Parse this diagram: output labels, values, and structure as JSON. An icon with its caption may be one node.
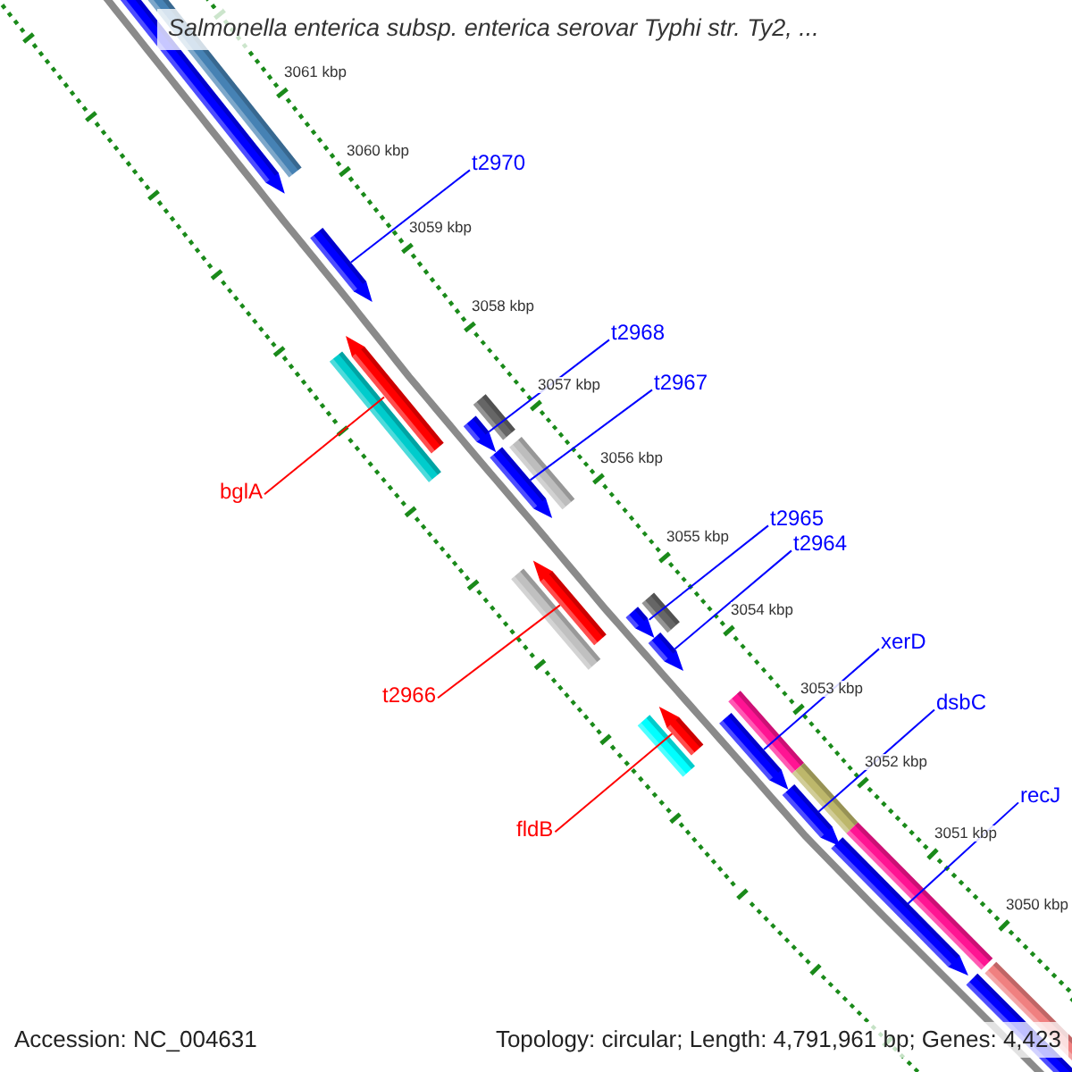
{
  "diagram": {
    "title": "Salmonella enterica subsp. enterica serovar Typhi str. Ty2, ...",
    "nodes": [
      {
        "text": [
          "t2970"
        ]
      },
      {
        "text": [
          "t2968"
        ]
      },
      {
        "text": [
          "t2967"
        ]
      },
      {
        "text": [
          "bglA"
        ]
      },
      {
        "text": [
          "t2965"
        ]
      },
      {
        "text": [
          "t2964"
        ]
      },
      {
        "text": [
          "xerD"
        ]
      },
      {
        "text": [
          "dsbC"
        ]
      },
      {
        "text": [
          "t2966"
        ]
      },
      {
        "text": [
          "recJ"
        ]
      },
      {
        "text": [
          "fldB"
        ]
      },
      {
        "text": [],
        "shape": "bar"
      },
      {
        "text": [],
        "shape": "bar"
      },
      {
        "text": [],
        "shape": "bar"
      },
      {
        "text": [],
        "shape": "bar"
      },
      {
        "text": [],
        "shape": "bar"
      },
      {
        "text": [],
        "shape": "bar"
      },
      {
        "text": [],
        "shape": "bar"
      },
      {
        "text": [],
        "shape": "bar"
      },
      {
        "text": [],
        "shape": "bar"
      },
      {
        "text": [],
        "shape": "bar"
      },
      {
        "text": [],
        "shape": "bar"
      }
    ],
    "edges": [
      {
        "from": 0,
        "to": 11,
        "arrow": "none"
      },
      {
        "from": 1,
        "to": 13,
        "arrow": "none"
      },
      {
        "from": 2,
        "to": 14,
        "arrow": "none"
      },
      {
        "from": 3,
        "to": 12,
        "arrow": "none",
        "color": "#ff0000"
      },
      {
        "from": 4,
        "to": 16,
        "arrow": "none"
      },
      {
        "from": 5,
        "to": 17,
        "arrow": "none"
      },
      {
        "from": 6,
        "to": 19,
        "arrow": "none"
      },
      {
        "from": 7,
        "to": 20,
        "arrow": "none"
      },
      {
        "from": 8,
        "to": 15,
        "arrow": "none",
        "color": "#ff0000"
      },
      {
        "from": 9,
        "to": 21,
        "arrow": "none"
      },
      {
        "from": 10,
        "to": 18,
        "arrow": "none",
        "color": "#ff0000"
      }
    ],
    "labels": [
      "3061 kbp",
      "3060 kbp",
      "3059 kbp",
      "3058 kbp",
      "3057 kbp",
      "3056 kbp",
      "3055 kbp",
      "3054 kbp",
      "3053 kbp",
      "3052 kbp",
      "3051 kbp",
      "3050 kbp",
      "Accession: NC_004631",
      "Topology: circular; Length: 4,791,961 bp; Genes: 4,423"
    ]
  }
}
